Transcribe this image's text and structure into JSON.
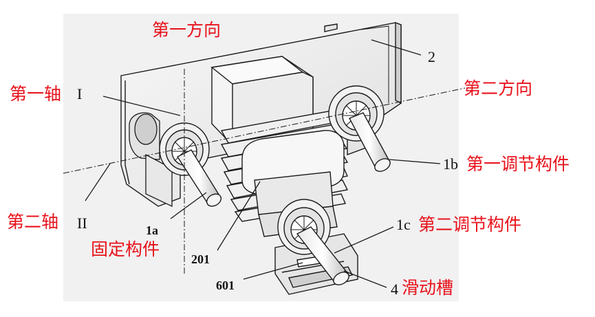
{
  "labels": {
    "first_direction": "第一方向",
    "second_direction": "第二方向",
    "first_axis": "第一轴",
    "first_axis_numeral": "I",
    "second_axis": "第二轴",
    "second_axis_numeral": "II",
    "part_2": "2",
    "part_1b": "1b",
    "first_adjust_member": "第一调节构件",
    "part_1c": "1c",
    "second_adjust_member": "第二调节构件",
    "part_1a": "1a",
    "fixed_member": "固定构件",
    "part_201": "201",
    "part_601": "601",
    "part_4": "4",
    "sliding_groove": "滑动槽"
  },
  "colors": {
    "label_red": "#e8121b",
    "line_black": "#1a1a1a",
    "panel_bg": "#f2f2f2"
  }
}
